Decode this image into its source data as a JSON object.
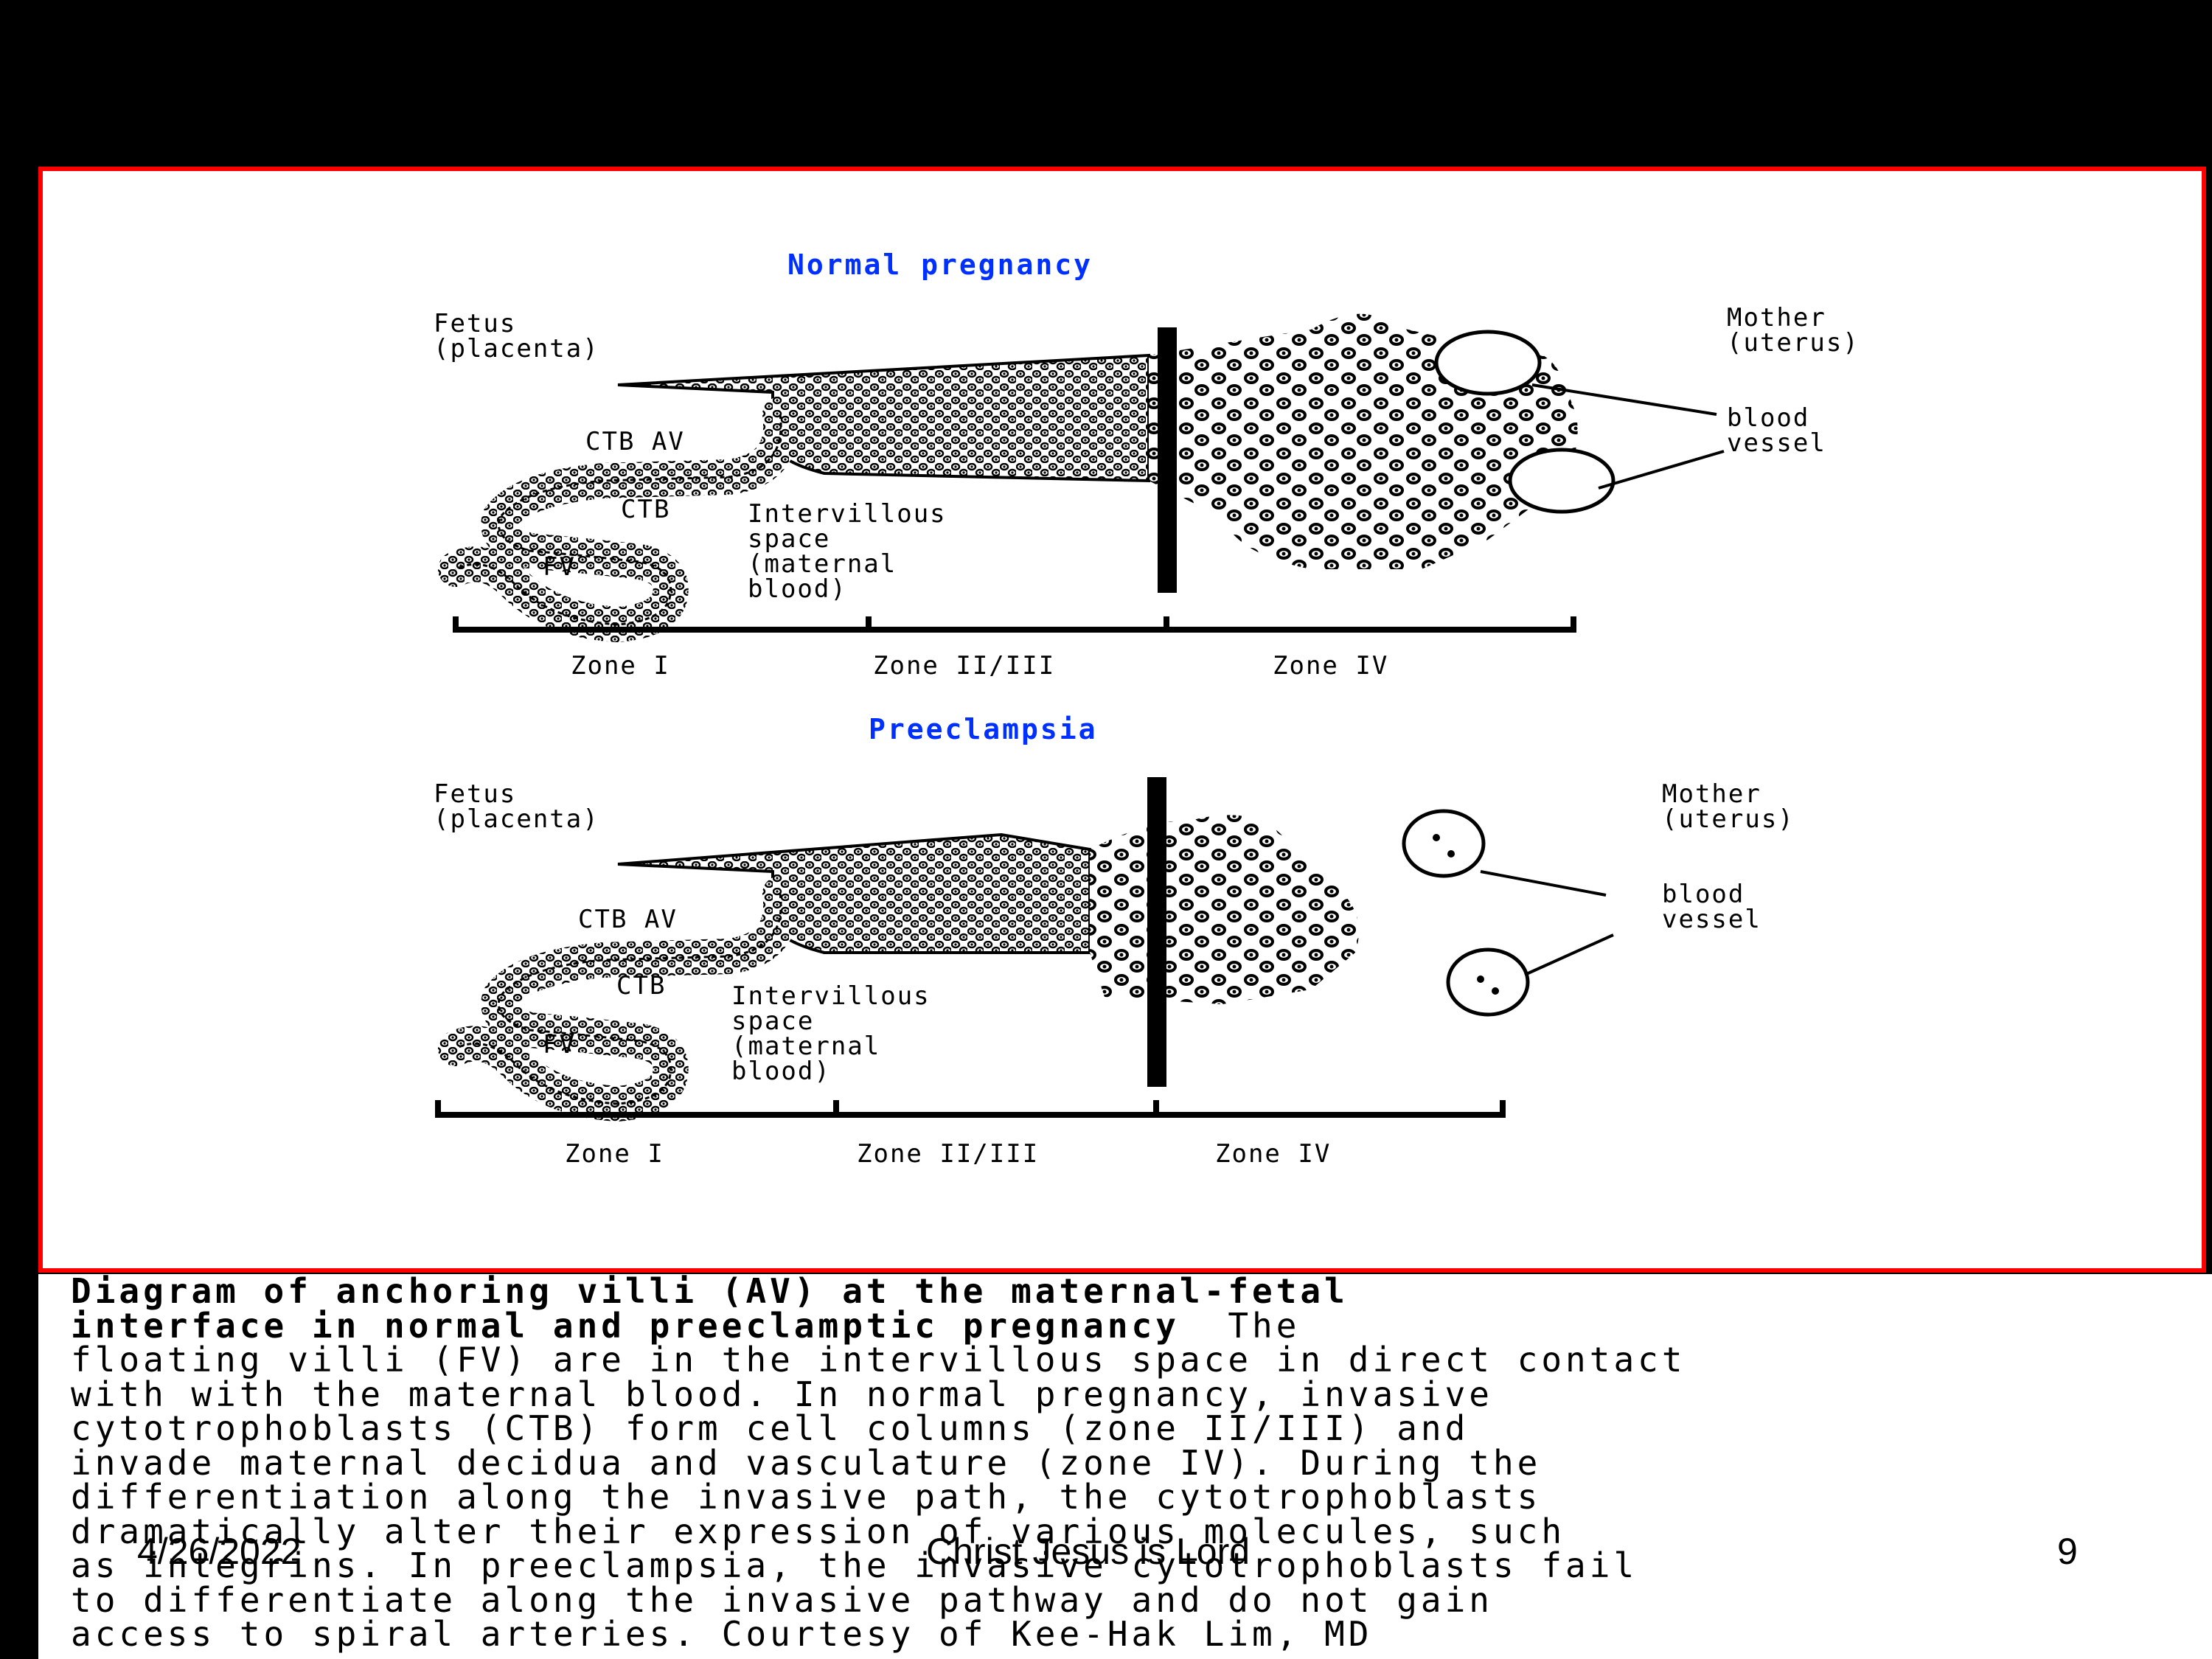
{
  "diagram": {
    "normal": {
      "title": "Normal pregnancy",
      "fetus": [
        "Fetus",
        "(placenta)"
      ],
      "mother": [
        "Mother",
        "(uterus)"
      ],
      "blood_vessel": [
        "blood",
        "vessel"
      ],
      "ctb_av": "CTB AV",
      "ctb": "CTB",
      "fv": "FV",
      "intervillous": [
        "Intervillous",
        "space",
        "(maternal",
        "blood)"
      ],
      "zones": [
        "Zone I",
        "Zone II/III",
        "Zone IV"
      ]
    },
    "preeclampsia": {
      "title": "Preeclampsia",
      "fetus": [
        "Fetus",
        "(placenta)"
      ],
      "mother": [
        "Mother",
        "(uterus)"
      ],
      "blood_vessel": [
        "blood",
        "vessel"
      ],
      "ctb_av": "CTB AV",
      "ctb": "CTB",
      "fv": "FV",
      "intervillous": [
        "Intervillous",
        "space",
        "(maternal",
        "blood)"
      ],
      "zones": [
        "Zone I",
        "Zone II/III",
        "Zone IV"
      ]
    }
  },
  "caption": {
    "bold_lines": [
      "Diagram of anchoring villi (AV) at the maternal-fetal",
      "interface in normal and preeclamptic pregnancy"
    ],
    "line2_tail": "The",
    "lines": [
      "floating villi (FV) are in the intervillous space in direct contact",
      "with with the maternal blood. In normal pregnancy, invasive",
      "cytotrophoblasts (CTB) form cell columns (zone II/III) and",
      "invade maternal decidua and vasculature (zone IV). During the",
      "differentiation along the invasive path, the cytotrophoblasts",
      "dramatically alter their expression of various molecules, such",
      "as integrins. In preeclampsia, the invasive cytotrophoblasts fail",
      "to differentiate along the invasive pathway and do not gain",
      "access to spiral arteries. Courtesy of Kee-Hak Lim, MD"
    ]
  },
  "footer": {
    "date": "4/26/2022",
    "center": "Christ Jesus is Lord",
    "page": "9"
  },
  "colors": {
    "frame": "#ff0000",
    "title": "#0030ff",
    "background": "#000000"
  }
}
